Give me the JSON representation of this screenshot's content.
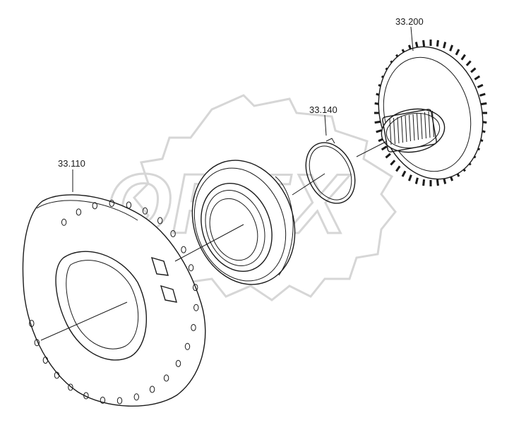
{
  "parts": [
    {
      "id": "p1",
      "label": "33.110"
    },
    {
      "id": "p2",
      "label": "33.140"
    },
    {
      "id": "p3",
      "label": "33.200"
    }
  ],
  "watermark": {
    "text": "OREX",
    "color": "#d6d6d6"
  },
  "colors": {
    "ink": "#1a1a1a",
    "background": "#ffffff"
  }
}
